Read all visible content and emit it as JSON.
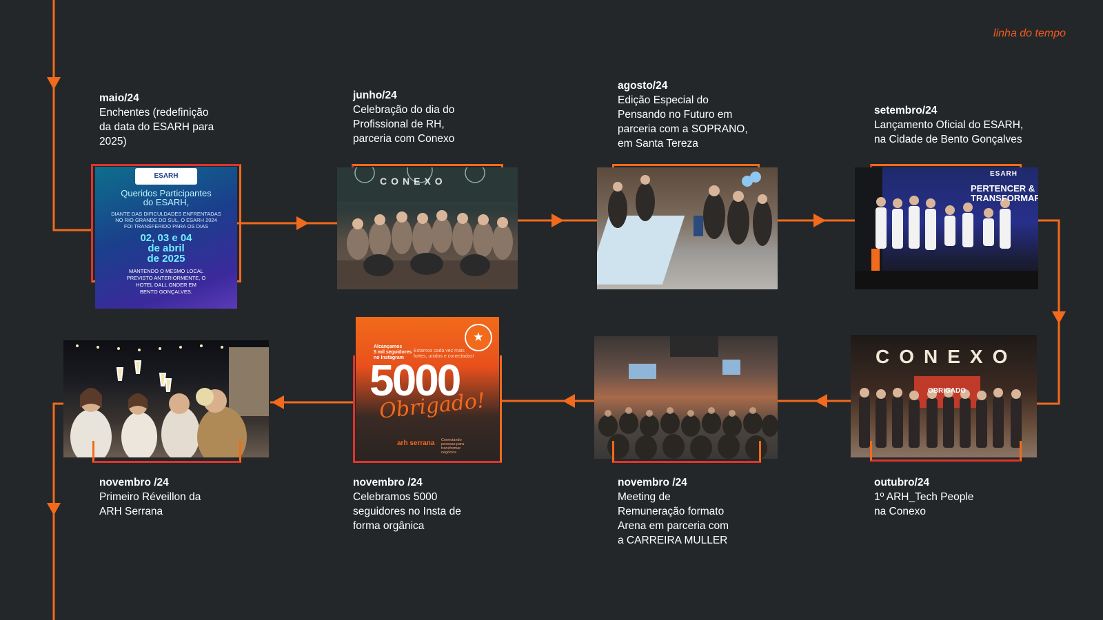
{
  "corner_title": "linha do tempo",
  "colors": {
    "background": "#24272a",
    "accent_orange": "#f26a1b",
    "accent_red": "#e0332a",
    "text": "#ffffff"
  },
  "items": [
    {
      "date": "maio/24",
      "description": "Enchentes  (redefinição\nda data do ESARH para\n2025)",
      "poster": {
        "logo": "ESARH",
        "headline": "Queridos Participantes\ndo ESARH,",
        "notice": "DIANTE DAS DIFICULDADES ENFRENTADAS\nNO RIO GRANDE DO SUL, O ESARH 2024\nFOI TRANSFERIDO PARA OS DIAS",
        "dates": "02, 03 e 04\nde abril\nde 2025",
        "footer": "MANTENDO O MESMO LOCAL\nPREVISTO ANTERIORMENTE, O\nHOTEL DALL ONDER EM\nBENTO GONÇALVES."
      }
    },
    {
      "date": "junho/24",
      "description": "Celebração do dia do\nProfissional de RH,\nparceria com Conexo",
      "photo_sign": "CONEXO"
    },
    {
      "date": "agosto/24",
      "description": "Edição Especial do\nPensando no Futuro em\nparceria com a SOPRANO,\nem Santa Tereza"
    },
    {
      "date": "setembro/24",
      "description": "Lançamento Oficial do ESARH,\nna Cidade de Bento Gonçalves",
      "photo_sign": "ESARH",
      "photo_banner": "PERTENCER &\nTRANSFORMAR"
    },
    {
      "date": "outubro/24",
      "description": "1º ARH_Tech People\nna Conexo",
      "photo_sign": "CONEXO",
      "photo_screen": "OBRIGADO"
    },
    {
      "date": "novembro /24",
      "description": "Meeting de\nRemuneração formato\nArena em parceria com\na CARREIRA MULLER"
    },
    {
      "date": "novembro /24",
      "description": "Celebramos 5000\nseguidores no Insta de\nforma orgânica",
      "insta": {
        "top_left": "Alcançamos\n5 mil seguidores\nno Instagram",
        "top_right": "Estamos cada vez mais\nfortes, unidos e conectados!",
        "number": "5000",
        "thanks": "Obrigado!",
        "brand": "arh serrana",
        "tagline": "Conectando\npessoas para\ntransformar\nnegócios",
        "badge": "★"
      }
    },
    {
      "date": "novembro /24",
      "description": "Primeiro Réveillon da\nARH Serrana"
    }
  ]
}
